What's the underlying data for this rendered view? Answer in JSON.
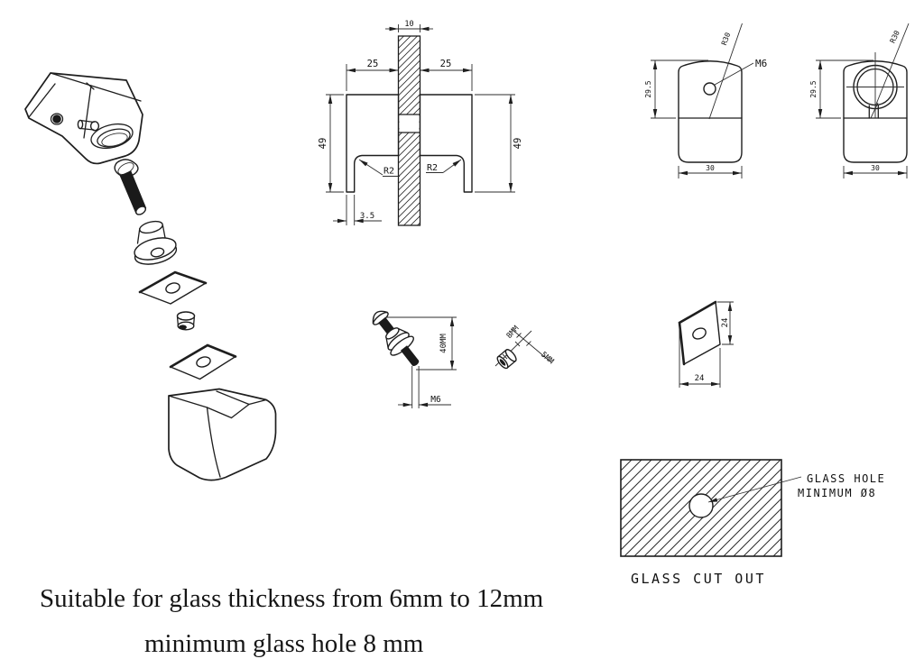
{
  "section_view": {
    "glass_thickness_label": "10",
    "left_width_label": "25",
    "right_width_label": "25",
    "left_height_label": "49",
    "right_height_label": "49",
    "left_fillet_label": "R2",
    "right_fillet_label": "R2",
    "foot_width_label": "3.5"
  },
  "front_view_left": {
    "corner_radius_label": "R30",
    "hole_label": "M6",
    "height_label": "29.5",
    "width_label": "30"
  },
  "front_view_right": {
    "corner_radius_label": "R30",
    "height_label": "29.5",
    "width_label": "30"
  },
  "screw_detail": {
    "length_label": "40MM",
    "thread_label": "M6"
  },
  "bushing_detail": {
    "diameter_label": "8MM",
    "length_label": "5MM"
  },
  "gasket_detail": {
    "height_label": "24",
    "width_label": "24"
  },
  "glass_cutout": {
    "callout_line1": "GLASS HOLE",
    "callout_line2": "MINIMUM Ø8",
    "caption": "GLASS CUT OUT"
  },
  "notes": {
    "line1": "Suitable for glass thickness from 6mm to 12mm",
    "line2": "minimum glass hole 8 mm"
  }
}
